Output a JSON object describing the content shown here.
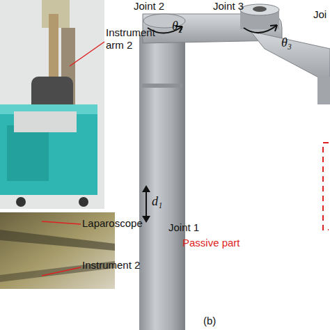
{
  "diagram": {
    "labels": [
      "Instrument arm 2",
      "Laparoscope",
      "Instrument 2",
      "Joint 2",
      "θ₂",
      "Joint 3",
      "θ₃",
      "Joi",
      "d₁",
      "Joint 1",
      "Passive part",
      "(b)"
    ]
  }
}
